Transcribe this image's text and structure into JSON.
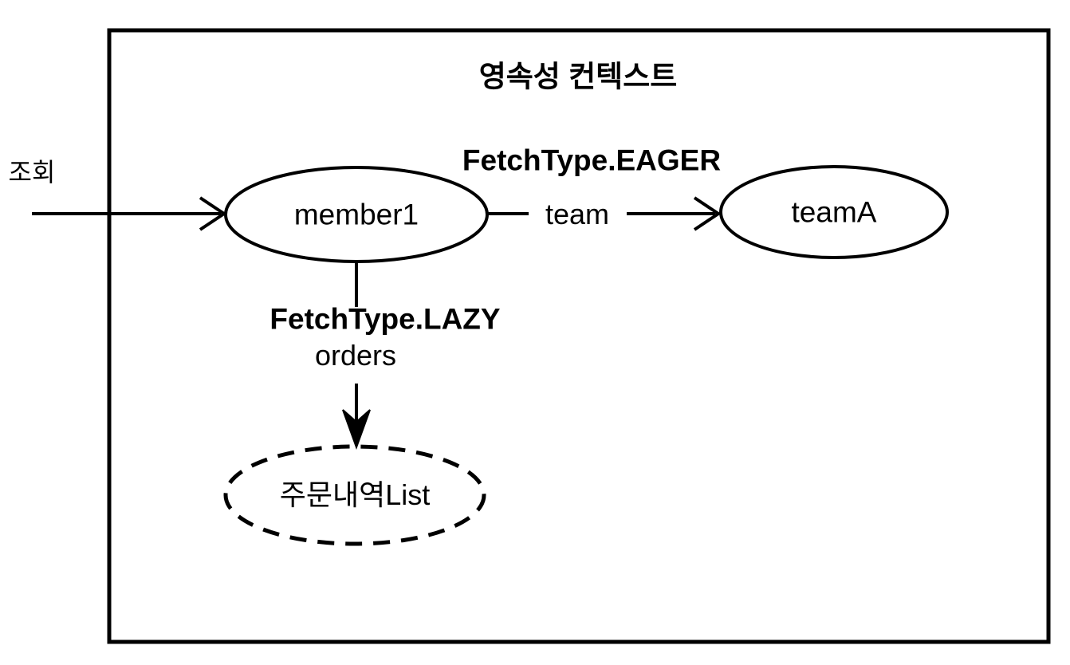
{
  "diagram": {
    "title": "영속성 컨텍스트",
    "query_label": "조회",
    "nodes": {
      "member": {
        "label": "member1",
        "shape": "ellipse-solid"
      },
      "team": {
        "label": "teamA",
        "shape": "ellipse-solid"
      },
      "orders_list": {
        "label": "주문내역List",
        "shape": "ellipse-dashed"
      }
    },
    "edges": {
      "query": {
        "from": "outside",
        "to": "member",
        "label": "조회"
      },
      "team_relation": {
        "from": "member",
        "to": "team",
        "label": "team",
        "fetch_label": "FetchType.EAGER"
      },
      "orders_relation": {
        "from": "member",
        "to": "orders_list",
        "label": "orders",
        "fetch_label": "FetchType.LAZY"
      }
    },
    "colors": {
      "stroke": "#000000",
      "background": "#ffffff",
      "text": "#000000"
    }
  }
}
